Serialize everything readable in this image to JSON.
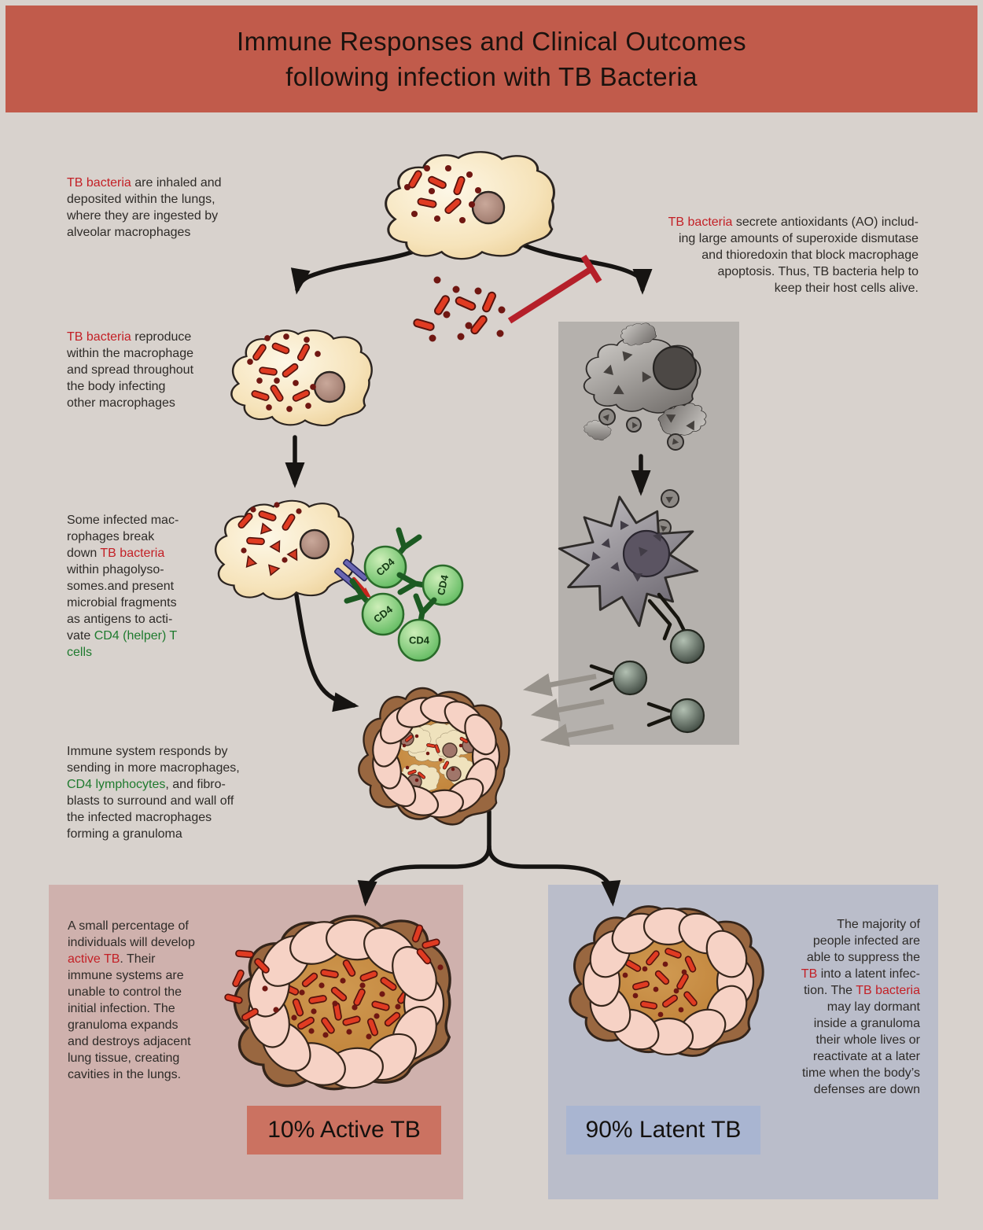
{
  "title": {
    "line1": "Immune Responses and Clinical Outcomes",
    "line2": "following infection with TB Bacteria"
  },
  "annotations": {
    "inhale": {
      "lines": [
        [
          {
            "t": "TB bacteria",
            "c": "red"
          },
          {
            "t": " are inhaled and"
          }
        ],
        [
          {
            "t": "deposited within the lungs,"
          }
        ],
        [
          {
            "t": "where they are ingested by"
          }
        ],
        [
          {
            "t": "alveolar macrophages"
          }
        ]
      ]
    },
    "antioxidant": {
      "lines": [
        [
          {
            "t": "TB bacteria",
            "c": "red"
          },
          {
            "t": " secrete antioxidants (AO)  includ-"
          }
        ],
        [
          {
            "t": "ing large amounts of superoxide dismutase"
          }
        ],
        [
          {
            "t": "and thioredoxin that block macrophage"
          }
        ],
        [
          {
            "t": "apoptosis. Thus, TB bacteria help to"
          }
        ],
        [
          {
            "t": "keep their host cells alive."
          }
        ]
      ]
    },
    "reproduce": {
      "lines": [
        [
          {
            "t": "TB bacteria",
            "c": "red"
          },
          {
            "t": " reproduce"
          }
        ],
        [
          {
            "t": "within the macrophage"
          }
        ],
        [
          {
            "t": "and spread throughout"
          }
        ],
        [
          {
            "t": "the body infecting"
          }
        ],
        [
          {
            "t": "other macrophages"
          }
        ]
      ]
    },
    "breakdown": {
      "lines": [
        [
          {
            "t": "Some infected mac-"
          }
        ],
        [
          {
            "t": "rophages break"
          }
        ],
        [
          {
            "t": "down "
          },
          {
            "t": "TB bacteria",
            "c": "red"
          }
        ],
        [
          {
            "t": "within phagolyso-"
          }
        ],
        [
          {
            "t": "somes.and present"
          }
        ],
        [
          {
            "t": "microbial fragments"
          }
        ],
        [
          {
            "t": "as antigens to acti-"
          }
        ],
        [
          {
            "t": "vate "
          },
          {
            "t": "CD4 (helper) T",
            "c": "green"
          }
        ],
        [
          {
            "t": "cells",
            "c": "green"
          }
        ]
      ]
    },
    "immune_response": {
      "lines": [
        [
          {
            "t": "Immune system responds by"
          }
        ],
        [
          {
            "t": "sending in more macrophages,"
          }
        ],
        [
          {
            "t": "CD4 lymphocytes",
            "c": "green"
          },
          {
            "t": ", and fibro-"
          }
        ],
        [
          {
            "t": "blasts to surround and wall off"
          }
        ],
        [
          {
            "t": "the infected macrophages"
          }
        ],
        [
          {
            "t": "forming a granuloma"
          }
        ]
      ]
    },
    "active_tb": {
      "lines": [
        [
          {
            "t": "A small percentage of"
          }
        ],
        [
          {
            "t": "individuals will develop"
          }
        ],
        [
          {
            "t": "active TB",
            "c": "red"
          },
          {
            "t": ". Their"
          }
        ],
        [
          {
            "t": "immune systems are"
          }
        ],
        [
          {
            "t": "unable to control the"
          }
        ],
        [
          {
            "t": "initial infection. The"
          }
        ],
        [
          {
            "t": "granuloma expands"
          }
        ],
        [
          {
            "t": "and destroys adjacent"
          }
        ],
        [
          {
            "t": "lung tissue, creating"
          }
        ],
        [
          {
            "t": "cavities in the lungs."
          }
        ]
      ]
    },
    "latent_tb": {
      "lines": [
        [
          {
            "t": "The majority of"
          }
        ],
        [
          {
            "t": "people infected are"
          }
        ],
        [
          {
            "t": "able to suppress the"
          }
        ],
        [
          {
            "t": "TB",
            "c": "red"
          },
          {
            "t": " into a latent infec-"
          }
        ],
        [
          {
            "t": "tion. The "
          },
          {
            "t": "TB bacteria",
            "c": "red"
          }
        ],
        [
          {
            "t": "may lay dormant"
          }
        ],
        [
          {
            "t": "inside a granuloma"
          }
        ],
        [
          {
            "t": "their whole lives or"
          }
        ],
        [
          {
            "t": "reactivate at a later"
          }
        ],
        [
          {
            "t": "time when the body’s"
          }
        ],
        [
          {
            "t": "defenses are down"
          }
        ]
      ]
    }
  },
  "outcomes": {
    "active_label": "10% Active TB",
    "latent_label": "90% Latent TB"
  },
  "cd4": {
    "label": "CD4"
  },
  "palette": {
    "background": "#d8d2cd",
    "title_band": "#c15b4b",
    "text_red": "#c32026",
    "text_green": "#1e7a2e",
    "text_dark": "#2e2b28",
    "box_active": "#cfb1ad",
    "box_latent": "#babdca",
    "badge_active": "#cb7261",
    "badge_latent": "#a9b5d1",
    "apoptosis_panel": "#b5b1ad",
    "bacteria_red": "#e03b22",
    "macrophage_cream": "#f6e3ba",
    "granuloma_brown": "#996740",
    "granuloma_core_orange": "#c8883e",
    "granuloma_rim_pink": "#f6d2c5",
    "cd4_green": "#5eb95e"
  }
}
